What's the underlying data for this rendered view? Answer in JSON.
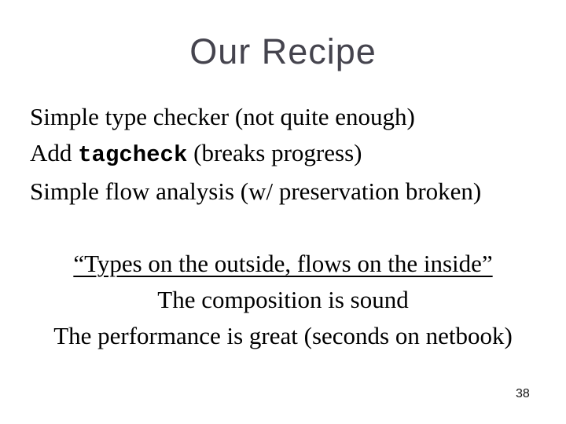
{
  "slide": {
    "title": "Our Recipe",
    "body_lines": [
      {
        "align": "left",
        "parts": [
          {
            "t": "Simple type checker (not quite enough)"
          }
        ]
      },
      {
        "align": "left",
        "parts": [
          {
            "t": "Add "
          },
          {
            "t": "tagcheck",
            "mono": true
          },
          {
            "t": " (breaks progress)"
          }
        ]
      },
      {
        "align": "left",
        "parts": [
          {
            "t": "Simple flow analysis (w/ preservation broken)"
          }
        ]
      },
      {
        "align": "left",
        "parts": []
      },
      {
        "align": "center",
        "parts": [
          {
            "t": "“Types on the outside, flows on the inside”",
            "underline": true
          }
        ]
      },
      {
        "align": "center",
        "parts": [
          {
            "t": "The composition is sound"
          }
        ]
      },
      {
        "align": "center",
        "parts": [
          {
            "t": "The performance is great (seconds on netbook)"
          }
        ]
      }
    ],
    "page_number": "38",
    "colors": {
      "background": "#ffffff",
      "title": "#45444e",
      "body": "#000000",
      "page_number": "#111111"
    }
  }
}
